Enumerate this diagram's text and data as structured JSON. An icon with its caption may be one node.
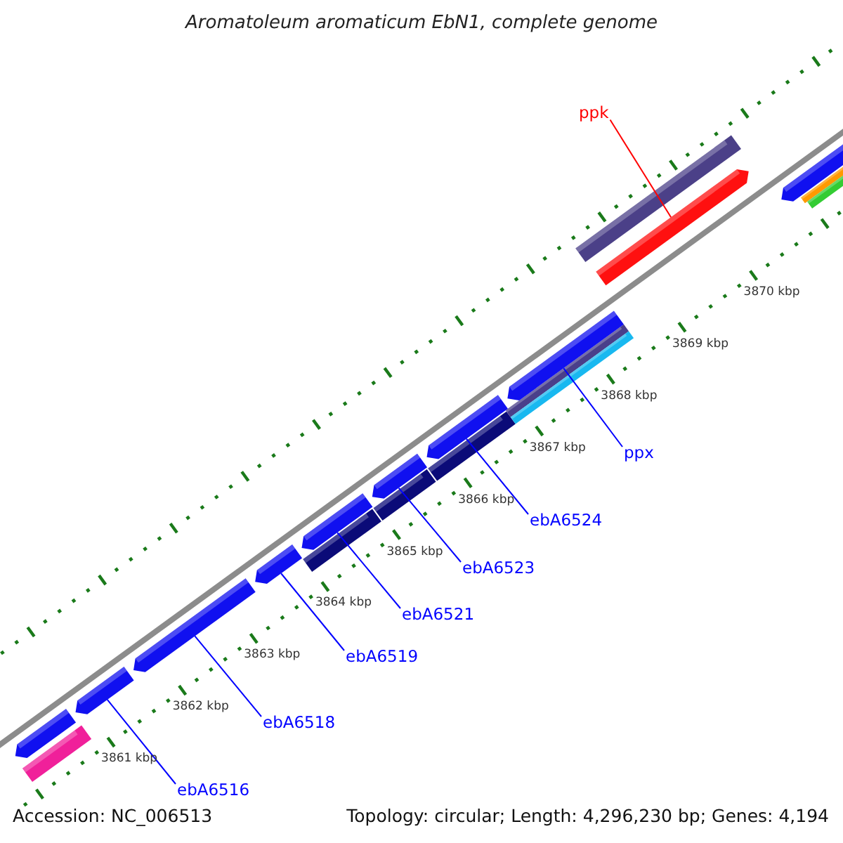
{
  "diagram": {
    "title": "Aromatoleum aromaticum EbN1, complete genome",
    "nodes": [
      {
        "text": [
          "ppk"
        ]
      },
      {
        "text": [
          "ppx"
        ]
      },
      {
        "text": [
          "ebA6524"
        ]
      },
      {
        "text": [
          "ebA6523"
        ]
      },
      {
        "text": [
          "ebA6521"
        ]
      },
      {
        "text": [
          "ebA6519"
        ]
      },
      {
        "text": [
          "ebA6518"
        ]
      },
      {
        "text": [
          "ebA6516"
        ]
      },
      {
        "text": [],
        "shape": "bar"
      },
      {
        "text": [],
        "shape": "bar"
      },
      {
        "text": [],
        "shape": "bar"
      },
      {
        "text": [],
        "shape": "bar"
      },
      {
        "text": [],
        "shape": "bar"
      },
      {
        "text": [],
        "shape": "bar"
      },
      {
        "text": [],
        "shape": "bar"
      },
      {
        "text": [],
        "shape": "bar"
      },
      {
        "text": [],
        "shape": "bar"
      },
      {
        "text": [],
        "shape": "bar"
      }
    ],
    "edges": [
      {
        "from": 0,
        "to": 8,
        "arrow": "none",
        "color": "#ff0000"
      },
      {
        "from": 1,
        "to": 9,
        "arrow": "none"
      },
      {
        "from": 2,
        "to": 10,
        "arrow": "none"
      },
      {
        "from": 3,
        "to": 11,
        "arrow": "none"
      },
      {
        "from": 4,
        "to": 12,
        "arrow": "none"
      },
      {
        "from": 5,
        "to": 13,
        "arrow": "none"
      },
      {
        "from": 6,
        "to": 14,
        "arrow": "none"
      },
      {
        "from": 7,
        "to": 15,
        "arrow": "none"
      }
    ],
    "labels": [
      "3861 kbp",
      "3862 kbp",
      "3863 kbp",
      "3864 kbp",
      "3865 kbp",
      "3866 kbp",
      "3867 kbp",
      "3868 kbp",
      "3869 kbp",
      "3870 kbp",
      "Accession: NC_006513",
      "Topology: circular; Length: 4,296,230 bp; Genes: 4,194"
    ]
  }
}
